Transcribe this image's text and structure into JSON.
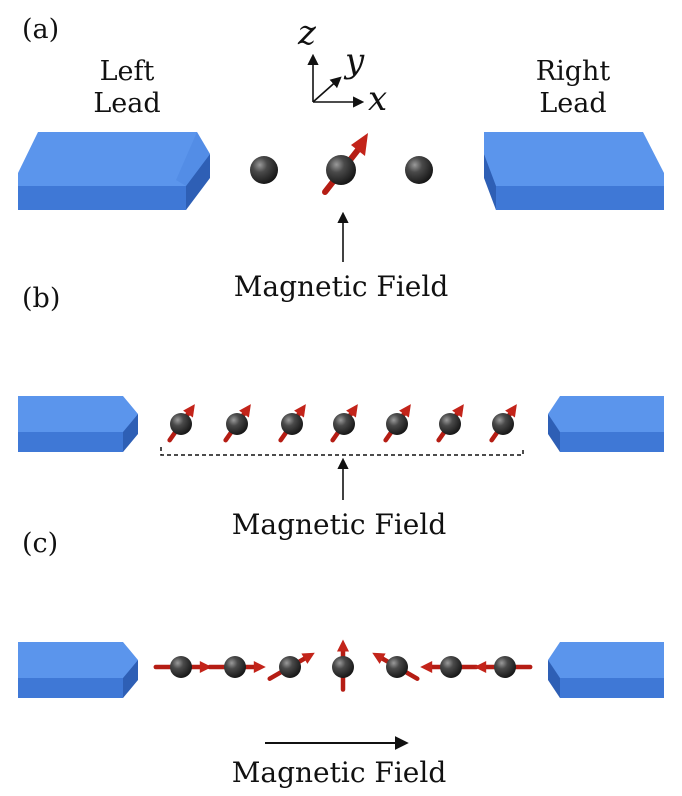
{
  "panels": {
    "a": {
      "label": "(a)",
      "left_lead": [
        "Left",
        "Lead"
      ],
      "right_lead": [
        "Right",
        "Lead"
      ],
      "axes": {
        "z": "z",
        "y": "y",
        "x": "x"
      },
      "field_label": "Magnetic Field"
    },
    "b": {
      "label": "(b)",
      "field_label": "Magnetic Field"
    },
    "c": {
      "label": "(c)",
      "field_label": "Magnetic Field"
    }
  },
  "colors": {
    "lead_top": "#5b95ec",
    "lead_front": "#3f78d6",
    "lead_side": "#2e5fb5",
    "atom": "#333333",
    "spin_arrow": "#b51d14"
  }
}
